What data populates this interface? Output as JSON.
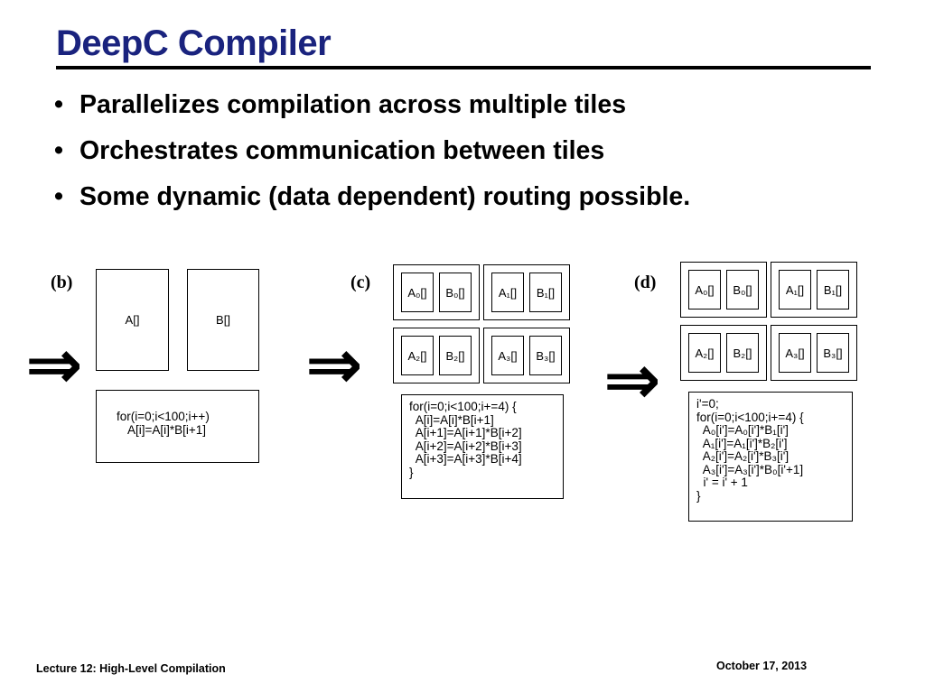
{
  "title": "DeepC Compiler",
  "bullets": [
    "Parallelizes compilation across multiple tiles",
    "Orchestrates communication between tiles",
    "Some dynamic (data dependent) routing possible."
  ],
  "bullet_glyph": "•",
  "figure": {
    "arrow_glyph": "⇒",
    "panel_b": {
      "label": "(b)",
      "mem_a": "A[]",
      "mem_b": "B[]",
      "code": [
        "for(i=0;i<100;i++)",
        "A[i]=A[i]*B[i+1]"
      ]
    },
    "panel_c": {
      "label": "(c)",
      "tiles": [
        [
          "A₀[]",
          "B₀[]"
        ],
        [
          "A₁[]",
          "B₁[]"
        ],
        [
          "A₂[]",
          "B₂[]"
        ],
        [
          "A₃[]",
          "B₃[]"
        ]
      ],
      "code": [
        "for(i=0;i<100;i+=4) {",
        "  A[i]=A[i]*B[i+1]",
        "  A[i+1]=A[i+1]*B[i+2]",
        "  A[i+2]=A[i+2]*B[i+3]",
        "  A[i+3]=A[i+3]*B[i+4]",
        "}"
      ]
    },
    "panel_d": {
      "label": "(d)",
      "tiles": [
        [
          "A₀[]",
          "B₀[]"
        ],
        [
          "A₁[]",
          "B₁[]"
        ],
        [
          "A₂[]",
          "B₂[]"
        ],
        [
          "A₃[]",
          "B₃[]"
        ]
      ],
      "code": [
        "i'=0;",
        "for(i=0;i<100;i+=4) {",
        "  A₀[i']=A₀[i']*B₁[i']",
        "  A₁[i']=A₁[i']*B₂[i']",
        "  A₂[i']=A₂[i']*B₃[i']",
        "  A₃[i']=A₃[i']*B₀[i'+1]",
        "  i' = i' + 1",
        "}"
      ]
    }
  },
  "footer": {
    "left": "Lecture 12: High-Level Compilation",
    "right": "October 17, 2013"
  }
}
